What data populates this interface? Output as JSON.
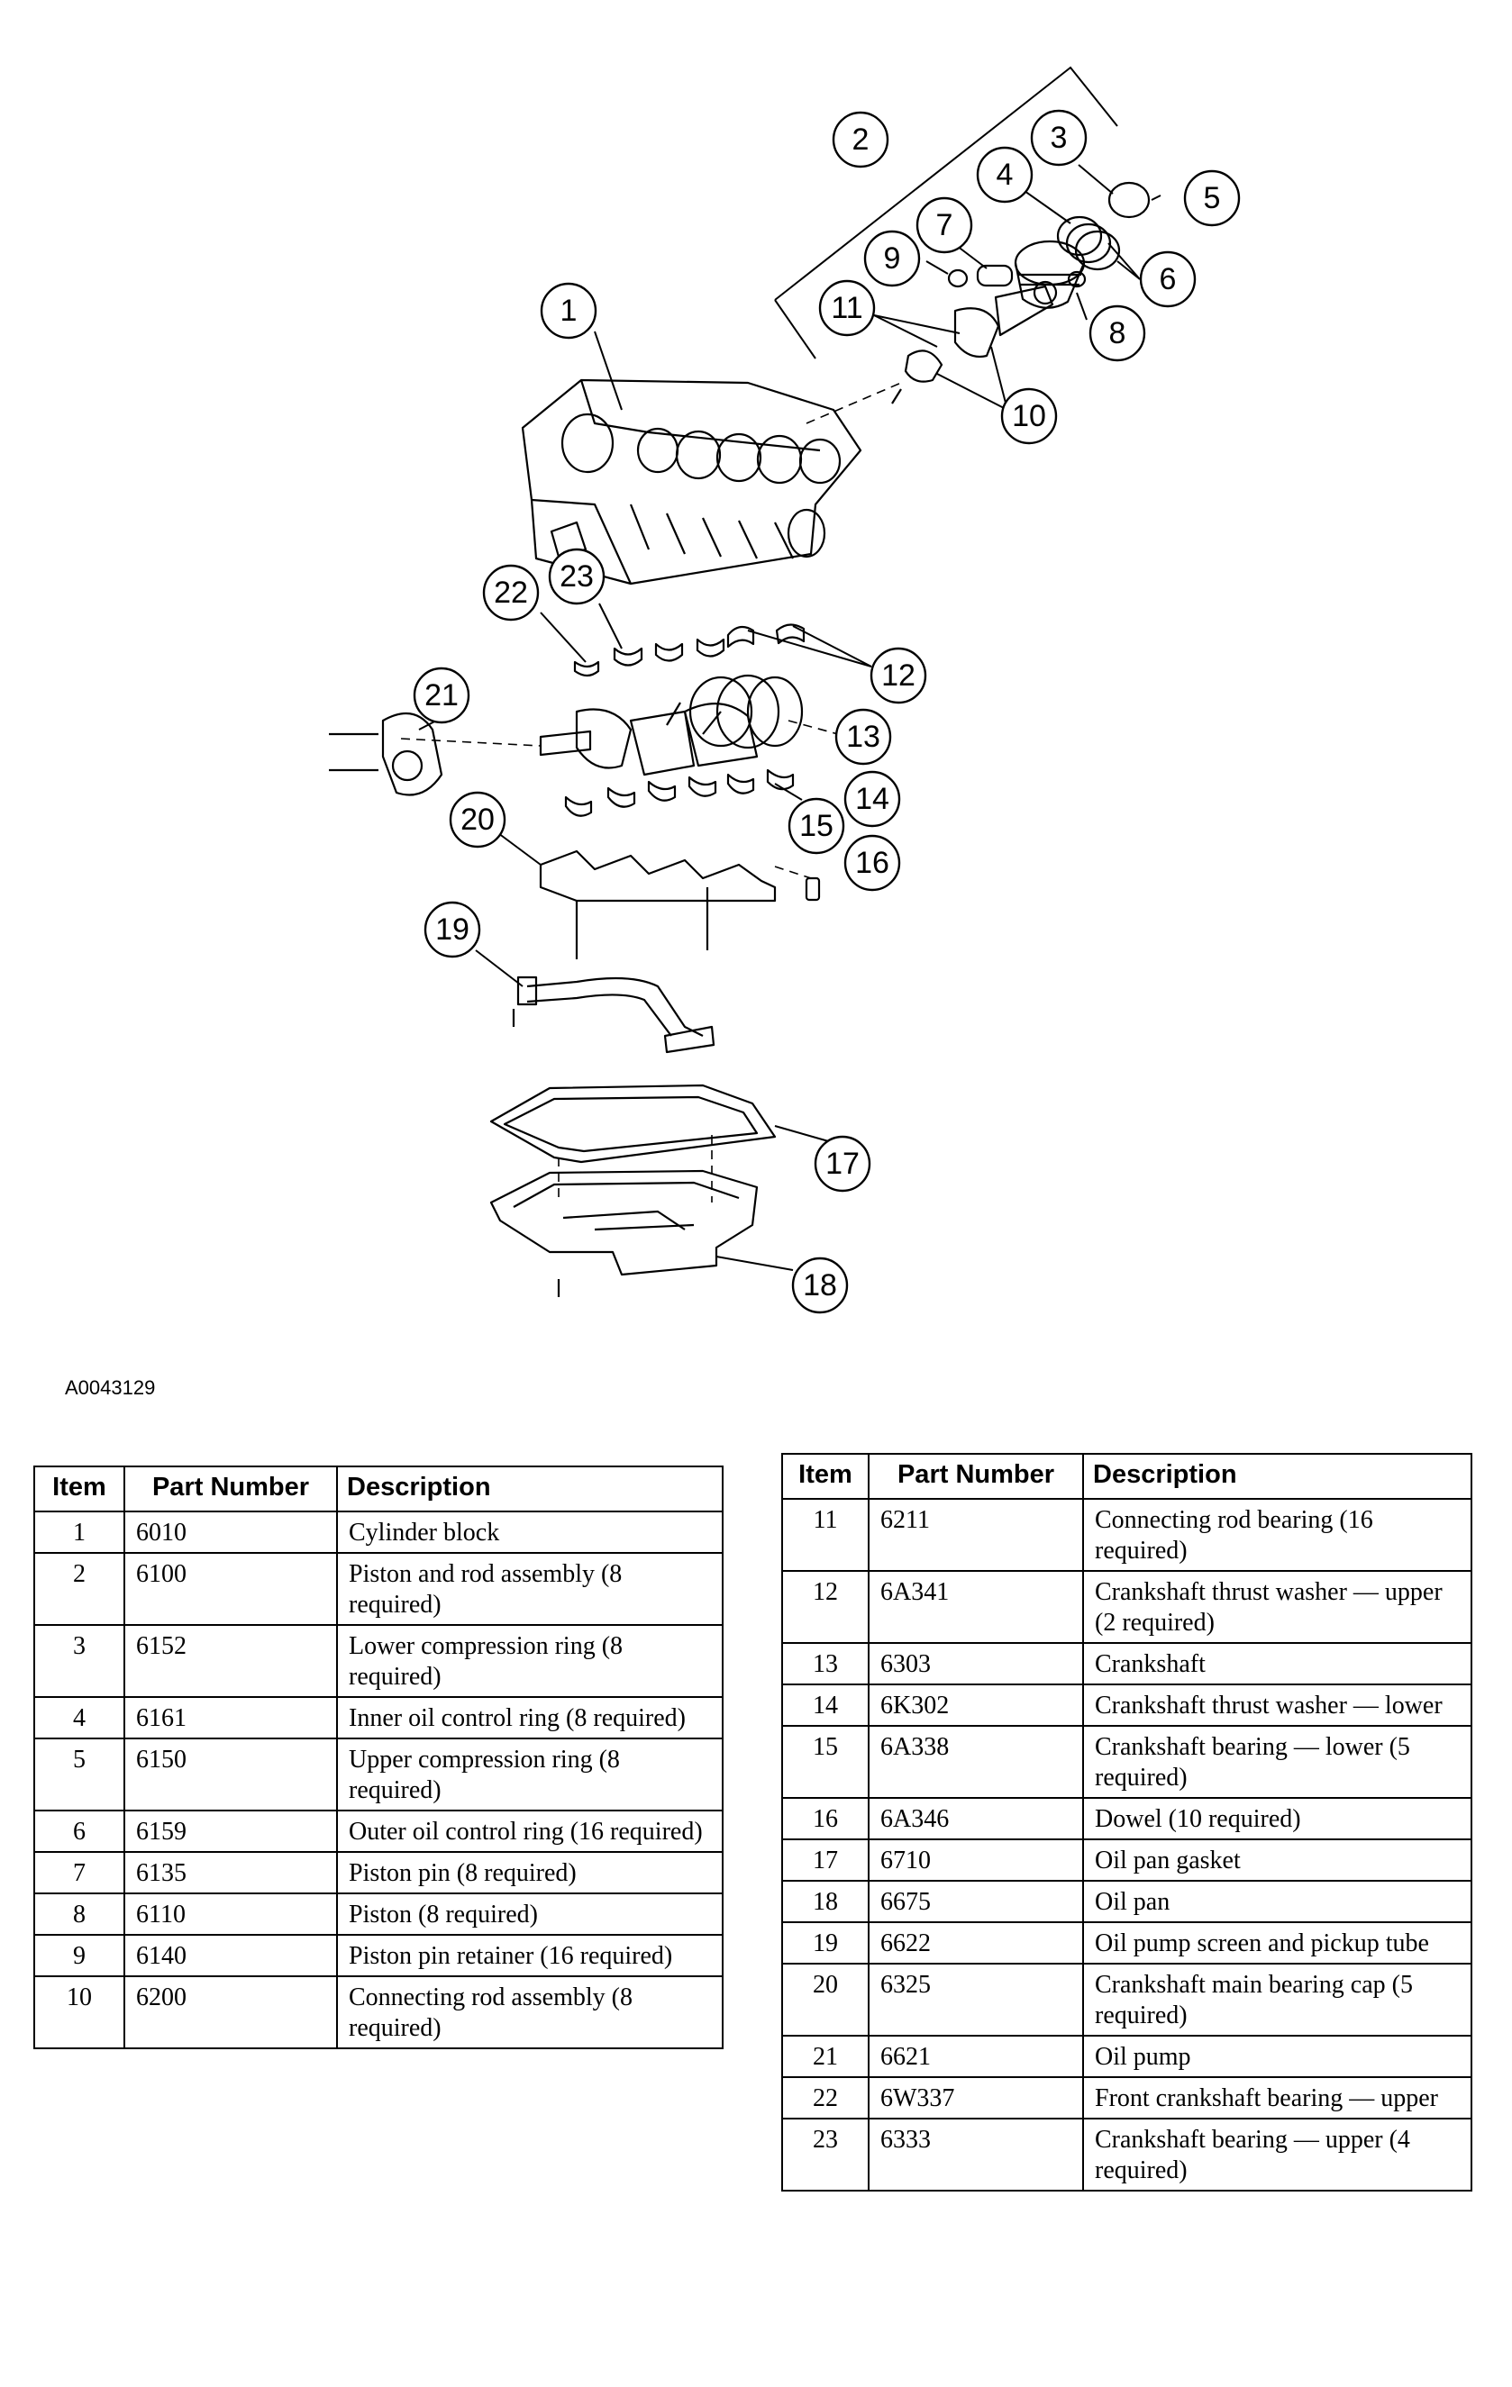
{
  "figure_id": "A0043129",
  "callouts": [
    "1",
    "2",
    "3",
    "4",
    "5",
    "6",
    "7",
    "8",
    "9",
    "10",
    "11",
    "12",
    "13",
    "14",
    "15",
    "16",
    "17",
    "18",
    "19",
    "20",
    "21",
    "22",
    "23"
  ],
  "table_headers": {
    "item": "Item",
    "part_number": "Part Number",
    "description": "Description"
  },
  "parts_left": [
    {
      "item": "1",
      "part_number": "6010",
      "description": "Cylinder block"
    },
    {
      "item": "2",
      "part_number": "6100",
      "description": "Piston and rod assembly (8 required)"
    },
    {
      "item": "3",
      "part_number": "6152",
      "description": "Lower compression ring (8 required)"
    },
    {
      "item": "4",
      "part_number": "6161",
      "description": "Inner oil control ring (8 required)"
    },
    {
      "item": "5",
      "part_number": "6150",
      "description": "Upper compression ring (8 required)"
    },
    {
      "item": "6",
      "part_number": "6159",
      "description": "Outer oil control ring (16 required)"
    },
    {
      "item": "7",
      "part_number": "6135",
      "description": "Piston pin (8 required)"
    },
    {
      "item": "8",
      "part_number": "6110",
      "description": "Piston (8 required)"
    },
    {
      "item": "9",
      "part_number": "6140",
      "description": "Piston pin retainer (16 required)"
    },
    {
      "item": "10",
      "part_number": "6200",
      "description": "Connecting rod assembly (8 required)"
    }
  ],
  "parts_right": [
    {
      "item": "11",
      "part_number": "6211",
      "description": "Connecting rod bearing (16 required)"
    },
    {
      "item": "12",
      "part_number": "6A341",
      "description": "Crankshaft thrust washer — upper (2 required)"
    },
    {
      "item": "13",
      "part_number": "6303",
      "description": "Crankshaft"
    },
    {
      "item": "14",
      "part_number": "6K302",
      "description": "Crankshaft thrust washer — lower"
    },
    {
      "item": "15",
      "part_number": "6A338",
      "description": "Crankshaft bearing — lower (5 required)"
    },
    {
      "item": "16",
      "part_number": "6A346",
      "description": "Dowel (10 required)"
    },
    {
      "item": "17",
      "part_number": "6710",
      "description": "Oil pan gasket"
    },
    {
      "item": "18",
      "part_number": "6675",
      "description": "Oil pan"
    },
    {
      "item": "19",
      "part_number": "6622",
      "description": "Oil pump screen and pickup tube"
    },
    {
      "item": "20",
      "part_number": "6325",
      "description": "Crankshaft main bearing cap (5 required)"
    },
    {
      "item": "21",
      "part_number": "6621",
      "description": "Oil pump"
    },
    {
      "item": "22",
      "part_number": "6W337",
      "description": "Front crankshaft bearing — upper"
    },
    {
      "item": "23",
      "part_number": "6333",
      "description": "Crankshaft bearing — upper (4 required)"
    }
  ]
}
